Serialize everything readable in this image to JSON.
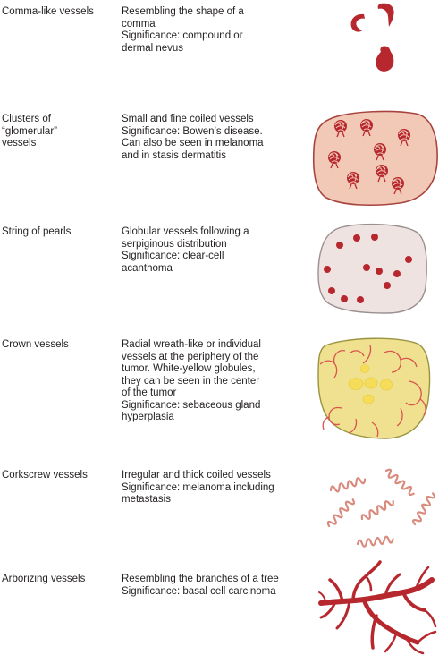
{
  "rows": [
    {
      "name": [
        "Comma-like vessels"
      ],
      "desc": [
        "Resembling the shape of a",
        "comma",
        "Significance: compound or",
        "dermal nevus"
      ]
    },
    {
      "name": [
        "Clusters of",
        "“glomerular”",
        "vessels"
      ],
      "desc": [
        "Small and fine coiled vessels",
        "Significance: Bowen’s disease.",
        "Can also be seen in melanoma",
        "and in stasis dermatitis"
      ]
    },
    {
      "name": [
        "String of pearls"
      ],
      "desc": [
        "Globular vessels following a",
        "serpiginous distribution",
        "Significance: clear-cell",
        "acanthoma"
      ]
    },
    {
      "name": [
        "Crown vessels"
      ],
      "desc": [
        "Radial wreath-like or individual",
        "vessels at the periphery of the",
        "tumor. White-yellow globules,",
        "they can be seen in the center",
        "of the tumor",
        "Significance: sebaceous gland",
        "hyperplasia"
      ]
    },
    {
      "name": [
        "Corkscrew vessels"
      ],
      "desc": [
        "Irregular and thick coiled vessels",
        "Significance: melanoma including",
        "metastasis"
      ]
    },
    {
      "name": [
        "Arborizing vessels"
      ],
      "desc": [
        "Resembling the branches of a tree",
        "Significance: basal cell carcinoma"
      ]
    }
  ],
  "colors": {
    "vessel_red": "#b7282e",
    "lesion_pink_fill": "#f2c9b6",
    "lesion_pink_border": "#a8443f",
    "lesion_pale_fill": "#efe3e2",
    "lesion_pale_border": "#9a9090",
    "sebaceous_fill": "#efe18f",
    "sebaceous_border": "#9a9340",
    "globule_fill": "#f5dd5a",
    "crown_vessel": "#d9534f",
    "corkscrew": "#d98a7c"
  }
}
